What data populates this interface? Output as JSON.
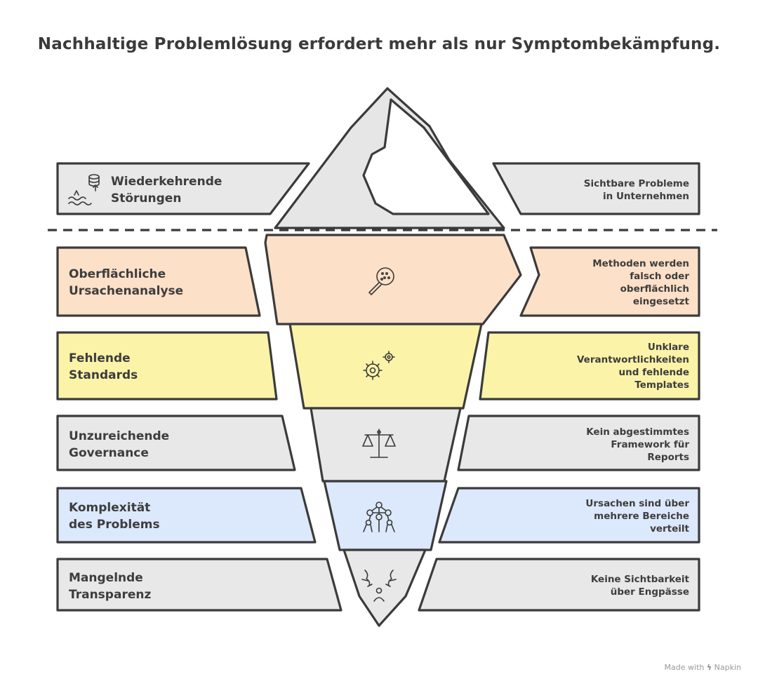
{
  "title": "Nachhaltige Problemlösung erfordert mehr als nur Symptombekämpfung.",
  "visible": {
    "label_line1": "Wiederkehrende",
    "label_line2": "Störungen",
    "desc_line1": "Sichtbare Probleme",
    "desc_line2": "in Unternehmen",
    "icon": "database-waves-icon"
  },
  "layers": [
    {
      "label_line1": "Oberflächliche",
      "label_line2": "Ursachenanalyse",
      "desc_lines": [
        "Methoden werden",
        "falsch oder",
        "oberflächlich",
        "eingesetzt"
      ],
      "icon": "magnifier-icon",
      "color": "#fde0c8"
    },
    {
      "label_line1": "Fehlende",
      "label_line2": "Standards",
      "desc_lines": [
        "Unklare",
        "Verantwortlichkeiten",
        "und fehlende",
        "Templates"
      ],
      "icon": "gears-icon",
      "color": "#fbf3a8"
    },
    {
      "label_line1": "Unzureichende",
      "label_line2": "Governance",
      "desc_lines": [
        "Kein abgestimmtes",
        "Framework für",
        "Reports"
      ],
      "icon": "scales-icon",
      "color": "#e8e8e8"
    },
    {
      "label_line1": "Komplexität",
      "label_line2": "des Problems",
      "desc_lines": [
        "Ursachen sind über",
        "mehrere Bereiche",
        "verteilt"
      ],
      "icon": "atomium-icon",
      "color": "#dce8fb"
    },
    {
      "label_line1": "Mangelnde",
      "label_line2": "Transparenz",
      "desc_lines": [
        "Keine Sichtbarkeit",
        "über Engpässe"
      ],
      "icon": "hidden-person-icon",
      "color": "#e8e8e8"
    }
  ],
  "footer": {
    "made_with": "Made with",
    "brand": "Napkin"
  }
}
